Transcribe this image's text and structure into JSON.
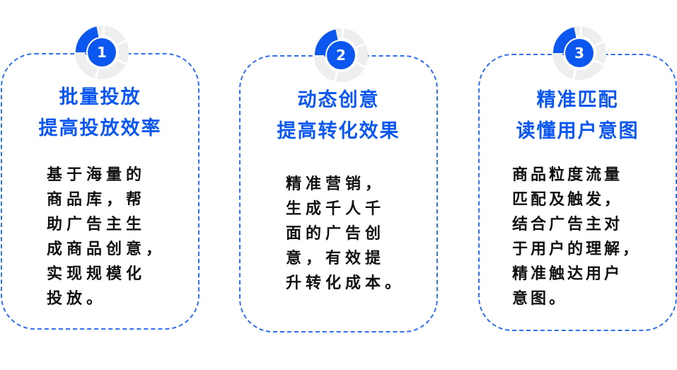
{
  "colors": {
    "accent": "#0b57f0",
    "border": "#2f6ff2",
    "ring": "#eeeeee",
    "text": "#111111"
  },
  "cards": [
    {
      "number": "1",
      "title_lines": [
        "批量投放",
        "提高投放效率"
      ],
      "desc_lines": [
        "基于海量的",
        "商品库，帮",
        "助广告主生",
        "成商品创意，",
        "实现规模化",
        "投放。"
      ]
    },
    {
      "number": "2",
      "title_lines": [
        "动态创意",
        "提高转化效果"
      ],
      "desc_lines": [
        "精准营销，",
        "生成千人千",
        "面的广告创",
        "意，有效提",
        "升转化成本。"
      ]
    },
    {
      "number": "3",
      "title_lines": [
        "精准匹配",
        "读懂用户意图"
      ],
      "desc_lines": [
        "商品粒度流量",
        "匹配及触发，",
        "结合广告主对",
        "于用户的理解，",
        "精准触达用户",
        "意图。"
      ]
    }
  ]
}
